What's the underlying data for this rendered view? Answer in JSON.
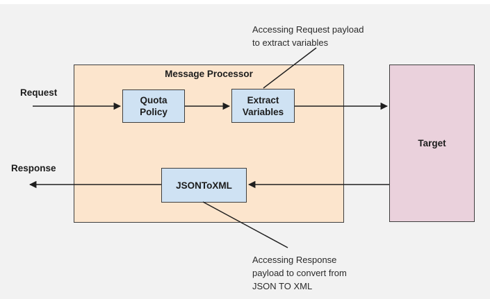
{
  "colors": {
    "background": "#f2f2f2",
    "processor_fill": "#fce5cd",
    "node_fill": "#cfe2f3",
    "target_fill": "#ead1dc",
    "border_color": "#3d3d3d",
    "line_color": "#1f1f1f",
    "text_color": "#1c1c1c"
  },
  "labels": {
    "request": "Request",
    "response": "Response",
    "processor_title": "Message Processor",
    "quota_policy": "Quota\nPolicy",
    "extract_variables": "Extract\nVariables",
    "json_to_xml": "JSONToXML",
    "target": "Target",
    "annotation_request": "Accessing Request payload\nto extract variables",
    "annotation_response": "Accessing Response\npayload to convert from\nJSON TO XML"
  }
}
